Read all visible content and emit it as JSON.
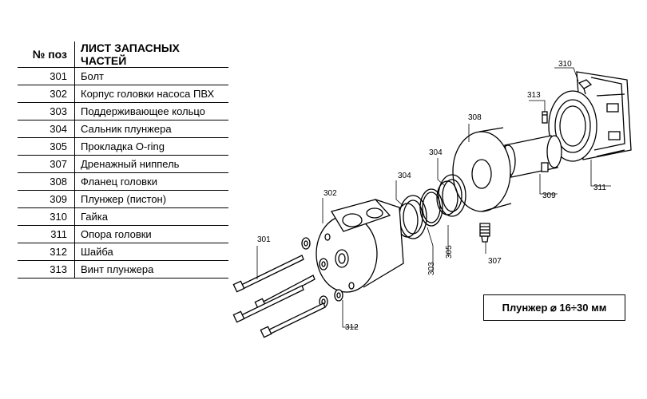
{
  "table": {
    "header": {
      "pos": "№ поз",
      "title": "ЛИСТ ЗАПАСНЫХ ЧАСТЕЙ"
    },
    "rows": [
      {
        "pos": "301",
        "name": "Болт"
      },
      {
        "pos": "302",
        "name": "Корпус головки насоса ПВХ"
      },
      {
        "pos": "303",
        "name": "Поддерживающее кольцо"
      },
      {
        "pos": "304",
        "name": "Сальник плунжера"
      },
      {
        "pos": "305",
        "name": "Прокладка  O-ring"
      },
      {
        "pos": "307",
        "name": "Дренажный ниппель"
      },
      {
        "pos": "308",
        "name": "Фланец головки"
      },
      {
        "pos": "309",
        "name": "Плунжер (пистон)"
      },
      {
        "pos": "310",
        "name": "Гайка"
      },
      {
        "pos": "311",
        "name": "Опора головки"
      },
      {
        "pos": "312",
        "name": "Шайба"
      },
      {
        "pos": "313",
        "name": "Винт плунжера"
      }
    ]
  },
  "drawing": {
    "labels": {
      "l301": "301",
      "l302": "302",
      "l303": "303",
      "l304a": "304",
      "l304b": "304",
      "l305": "305",
      "l307": "307",
      "l308": "308",
      "l309": "309",
      "l310": "310",
      "l311": "311",
      "l312": "312",
      "l313": "313"
    }
  },
  "plunger_note": "Плунжер ⌀ 16÷30 мм"
}
